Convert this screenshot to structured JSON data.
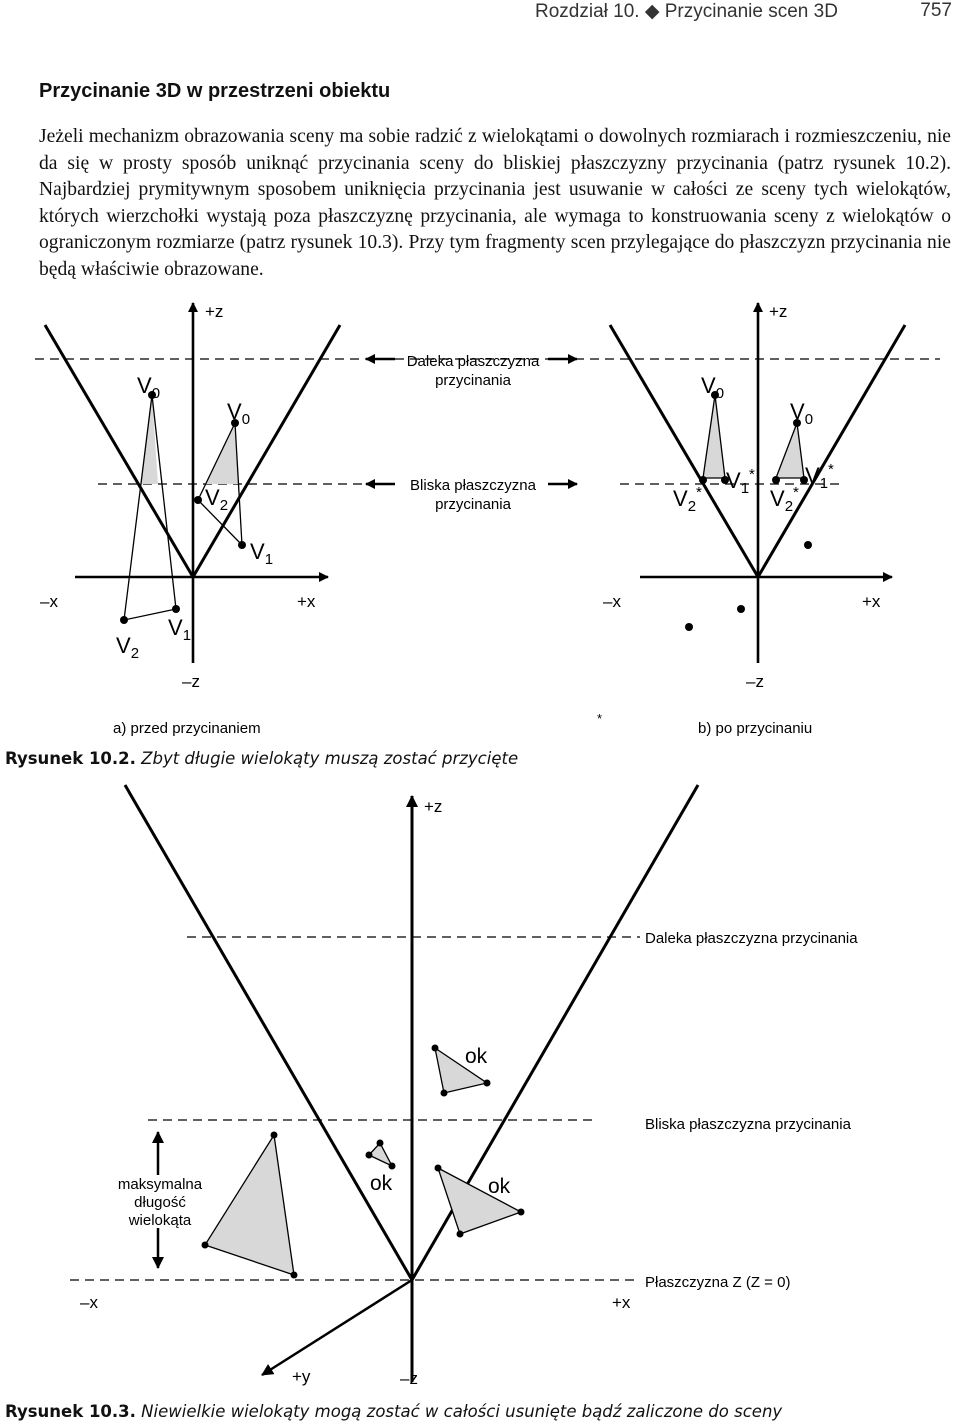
{
  "header": {
    "chapter": "Rozdział 10. ◆ Przycinanie scen 3D",
    "page_number": "757"
  },
  "section_title": "Przycinanie 3D w przestrzeni obiektu",
  "paragraph": "Jeżeli mechanizm obrazowania sceny ma sobie radzić z wielokątami o dowolnych rozmiarach i rozmieszczeniu, nie da się w prosty sposób uniknąć przycinania sceny do bliskiej płaszczyzny przycinania (patrz rysunek 10.2). Najbardziej prymitywnym sposobem uniknięcia przycinania jest usuwanie w całości ze sceny tych wielokątów, których wierzchołki wystają poza płaszczyznę przycinania, ale wymaga to konstruowania sceny z wielokątów o ograniczonym rozmiarze (patrz rysunek 10.3). Przy tym fragmenty scen przylegające do płaszczyzn przycinania nie będą właściwie obrazowane.",
  "figure_10_2": {
    "axis": {
      "plus_z": "+z",
      "minus_z": "–z",
      "plus_x": "+x",
      "minus_x": "–x"
    },
    "far_plane_label": [
      "Daleka płaszczyzna",
      "przycinania"
    ],
    "near_plane_label": [
      "Bliska płaszczyzna",
      "przycinania"
    ],
    "vertex": {
      "v": "V",
      "sub0": "0",
      "sub1": "1",
      "sub2": "2",
      "star": "*"
    },
    "panel_a_label": "a) przed przycinaniem",
    "panel_b_label": "b) po przycinaniu",
    "stray_star": "*",
    "caption_number": "Rysunek 10.2.",
    "caption_text": "Zbyt długie wielokąty muszą zostać przycięte"
  },
  "figure_10_3": {
    "plus_z": "+z",
    "minus_z": "–z",
    "plus_x": "+x",
    "minus_x": "–x",
    "plus_y": "+y",
    "far_plane_label": "Daleka płaszczyzna przycinania",
    "near_plane_label": "Bliska płaszczyzna przycinania",
    "z_plane_label": "Płaszczyzna Z (Z = 0)",
    "max_length_label": [
      "maksymalna",
      "długość",
      "wielokąta"
    ],
    "ok_label": "ok",
    "caption_number": "Rysunek 10.3.",
    "caption_text": "Niewielkie wielokąty mogą zostać w całości usunięte bądź zaliczone do sceny"
  }
}
